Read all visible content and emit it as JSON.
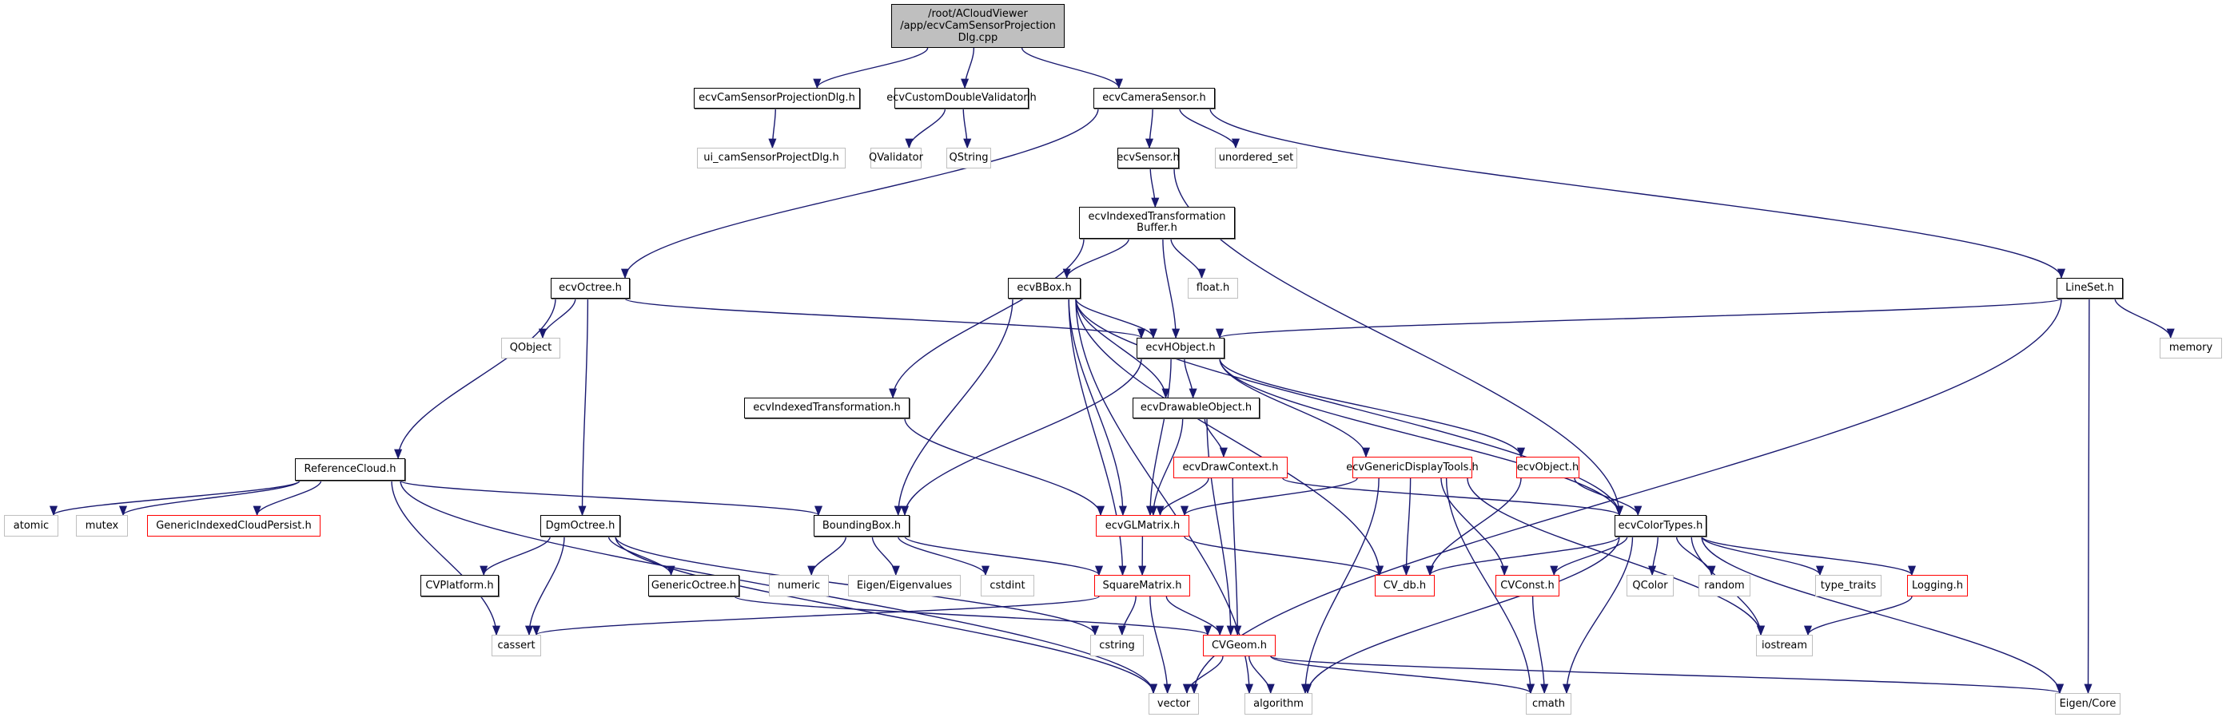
{
  "title": "Include dependency graph for ecvCamSensorProjectionDlg.cpp",
  "colors": {
    "edge": "#191970",
    "root_fill": "#bfbfbf",
    "normal_border": "#000000",
    "external_border": "#bfbfbf",
    "truncated_border": "#ff0000"
  },
  "nodes": [
    {
      "id": "root",
      "label": "/root/ACloudViewer\n/app/ecvCamSensorProjection\nDlg.cpp",
      "kind": "root"
    },
    {
      "id": "camdlg",
      "label": "ecvCamSensorProjectionDlg.h",
      "kind": "normal"
    },
    {
      "id": "validator",
      "label": "ecvCustomDoubleValidator.h",
      "kind": "normal"
    },
    {
      "id": "camsensor",
      "label": "ecvCameraSensor.h",
      "kind": "normal"
    },
    {
      "id": "ui",
      "label": "ui_camSensorProjectDlg.h",
      "kind": "external"
    },
    {
      "id": "qvalidator",
      "label": "QValidator",
      "kind": "external"
    },
    {
      "id": "qstring",
      "label": "QString",
      "kind": "external"
    },
    {
      "id": "sensor",
      "label": "ecvSensor.h",
      "kind": "normal"
    },
    {
      "id": "unordered",
      "label": "unordered_set",
      "kind": "external"
    },
    {
      "id": "itb",
      "label": "ecvIndexedTransformation\nBuffer.h",
      "kind": "normal"
    },
    {
      "id": "octree",
      "label": "ecvOctree.h",
      "kind": "normal"
    },
    {
      "id": "bbox",
      "label": "ecvBBox.h",
      "kind": "normal"
    },
    {
      "id": "float",
      "label": "float.h",
      "kind": "external"
    },
    {
      "id": "lineset",
      "label": "LineSet.h",
      "kind": "normal"
    },
    {
      "id": "qobject",
      "label": "QObject",
      "kind": "external"
    },
    {
      "id": "hobject",
      "label": "ecvHObject.h",
      "kind": "normal"
    },
    {
      "id": "memory",
      "label": "memory",
      "kind": "external"
    },
    {
      "id": "itrans",
      "label": "ecvIndexedTransformation.h",
      "kind": "normal"
    },
    {
      "id": "drawable",
      "label": "ecvDrawableObject.h",
      "kind": "normal"
    },
    {
      "id": "refcloud",
      "label": "ReferenceCloud.h",
      "kind": "normal"
    },
    {
      "id": "drawctx",
      "label": "ecvDrawContext.h",
      "kind": "truncated"
    },
    {
      "id": "gdt",
      "label": "ecvGenericDisplayTools.h",
      "kind": "truncated"
    },
    {
      "id": "object",
      "label": "ecvObject.h",
      "kind": "truncated"
    },
    {
      "id": "atomic",
      "label": "atomic",
      "kind": "external"
    },
    {
      "id": "mutex",
      "label": "mutex",
      "kind": "external"
    },
    {
      "id": "gicp",
      "label": "GenericIndexedCloudPersist.h",
      "kind": "truncated"
    },
    {
      "id": "dgm",
      "label": "DgmOctree.h",
      "kind": "normal"
    },
    {
      "id": "boundingbox",
      "label": "BoundingBox.h",
      "kind": "normal"
    },
    {
      "id": "glmatrix",
      "label": "ecvGLMatrix.h",
      "kind": "truncated"
    },
    {
      "id": "colortypes",
      "label": "ecvColorTypes.h",
      "kind": "normal"
    },
    {
      "id": "cvplatform",
      "label": "CVPlatform.h",
      "kind": "normal"
    },
    {
      "id": "genericoctree",
      "label": "GenericOctree.h",
      "kind": "normal"
    },
    {
      "id": "numeric",
      "label": "numeric",
      "kind": "external"
    },
    {
      "id": "eigenvalues",
      "label": "Eigen/Eigenvalues",
      "kind": "external"
    },
    {
      "id": "cstdint",
      "label": "cstdint",
      "kind": "external"
    },
    {
      "id": "squarematrix",
      "label": "SquareMatrix.h",
      "kind": "truncated"
    },
    {
      "id": "cvdb",
      "label": "CV_db.h",
      "kind": "truncated"
    },
    {
      "id": "cvconst",
      "label": "CVConst.h",
      "kind": "truncated"
    },
    {
      "id": "qcolor",
      "label": "QColor",
      "kind": "external"
    },
    {
      "id": "random",
      "label": "random",
      "kind": "external"
    },
    {
      "id": "typetraits",
      "label": "type_traits",
      "kind": "external"
    },
    {
      "id": "logging",
      "label": "Logging.h",
      "kind": "truncated"
    },
    {
      "id": "cassert",
      "label": "cassert",
      "kind": "external"
    },
    {
      "id": "cstring",
      "label": "cstring",
      "kind": "external"
    },
    {
      "id": "cvgeom",
      "label": "CVGeom.h",
      "kind": "truncated"
    },
    {
      "id": "iostream",
      "label": "iostream",
      "kind": "external"
    },
    {
      "id": "vector",
      "label": "vector",
      "kind": "external"
    },
    {
      "id": "algorithm",
      "label": "algorithm",
      "kind": "external"
    },
    {
      "id": "cmath",
      "label": "cmath",
      "kind": "external"
    },
    {
      "id": "eigencore",
      "label": "Eigen/Core",
      "kind": "external"
    }
  ],
  "edges": [
    [
      "root",
      "camdlg"
    ],
    [
      "root",
      "validator"
    ],
    [
      "root",
      "camsensor"
    ],
    [
      "camdlg",
      "ui"
    ],
    [
      "validator",
      "qvalidator"
    ],
    [
      "validator",
      "qstring"
    ],
    [
      "camsensor",
      "octree"
    ],
    [
      "camsensor",
      "sensor"
    ],
    [
      "camsensor",
      "unordered"
    ],
    [
      "camsensor",
      "lineset"
    ],
    [
      "sensor",
      "itb"
    ],
    [
      "sensor",
      "colortypes"
    ],
    [
      "itb",
      "bbox"
    ],
    [
      "itb",
      "hobject"
    ],
    [
      "itb",
      "float"
    ],
    [
      "itb",
      "itrans"
    ],
    [
      "octree",
      "hobject"
    ],
    [
      "octree",
      "qobject"
    ],
    [
      "octree",
      "refcloud"
    ],
    [
      "octree",
      "dgm"
    ],
    [
      "bbox",
      "hobject"
    ],
    [
      "bbox",
      "drawable"
    ],
    [
      "bbox",
      "boundingbox"
    ],
    [
      "bbox",
      "glmatrix"
    ],
    [
      "bbox",
      "squarematrix"
    ],
    [
      "bbox",
      "cvdb"
    ],
    [
      "bbox",
      "colortypes"
    ],
    [
      "bbox",
      "algorithm"
    ],
    [
      "lineset",
      "hobject"
    ],
    [
      "lineset",
      "memory"
    ],
    [
      "lineset",
      "vector"
    ],
    [
      "lineset",
      "eigencore"
    ],
    [
      "hobject",
      "drawable"
    ],
    [
      "hobject",
      "boundingbox"
    ],
    [
      "hobject",
      "glmatrix"
    ],
    [
      "hobject",
      "gdt"
    ],
    [
      "hobject",
      "object"
    ],
    [
      "hobject",
      "colortypes"
    ],
    [
      "itrans",
      "glmatrix"
    ],
    [
      "drawable",
      "drawctx"
    ],
    [
      "drawable",
      "glmatrix"
    ],
    [
      "drawable",
      "cvgeom"
    ],
    [
      "drawctx",
      "glmatrix"
    ],
    [
      "drawctx",
      "cvgeom"
    ],
    [
      "drawctx",
      "colortypes"
    ],
    [
      "gdt",
      "glmatrix"
    ],
    [
      "gdt",
      "cvdb"
    ],
    [
      "gdt",
      "cvconst"
    ],
    [
      "gdt",
      "algorithm"
    ],
    [
      "gdt",
      "cmath"
    ],
    [
      "gdt",
      "iostream"
    ],
    [
      "object",
      "cvdb"
    ],
    [
      "object",
      "colortypes"
    ],
    [
      "refcloud",
      "atomic"
    ],
    [
      "refcloud",
      "mutex"
    ],
    [
      "refcloud",
      "gicp"
    ],
    [
      "refcloud",
      "boundingbox"
    ],
    [
      "refcloud",
      "cassert"
    ],
    [
      "refcloud",
      "vector"
    ],
    [
      "dgm",
      "cvplatform"
    ],
    [
      "dgm",
      "genericoctree"
    ],
    [
      "dgm",
      "cassert"
    ],
    [
      "dgm",
      "cstring"
    ],
    [
      "dgm",
      "vector"
    ],
    [
      "boundingbox",
      "numeric"
    ],
    [
      "boundingbox",
      "eigenvalues"
    ],
    [
      "boundingbox",
      "cstdint"
    ],
    [
      "boundingbox",
      "squarematrix"
    ],
    [
      "glmatrix",
      "squarematrix"
    ],
    [
      "glmatrix",
      "cvdb"
    ],
    [
      "colortypes",
      "cvdb"
    ],
    [
      "colortypes",
      "cvconst"
    ],
    [
      "colortypes",
      "qcolor"
    ],
    [
      "colortypes",
      "random"
    ],
    [
      "colortypes",
      "typetraits"
    ],
    [
      "colortypes",
      "logging"
    ],
    [
      "colortypes",
      "iostream"
    ],
    [
      "colortypes",
      "algorithm"
    ],
    [
      "colortypes",
      "eigencore"
    ],
    [
      "colortypes",
      "cmath"
    ],
    [
      "genericoctree",
      "cvgeom"
    ],
    [
      "squarematrix",
      "cassert"
    ],
    [
      "squarematrix",
      "cstring"
    ],
    [
      "squarematrix",
      "cvgeom"
    ],
    [
      "squarematrix",
      "vector"
    ],
    [
      "cvconst",
      "cmath"
    ],
    [
      "logging",
      "iostream"
    ],
    [
      "cvgeom",
      "vector"
    ],
    [
      "cvgeom",
      "algorithm"
    ],
    [
      "cvgeom",
      "cmath"
    ],
    [
      "cvgeom",
      "eigencore"
    ]
  ]
}
